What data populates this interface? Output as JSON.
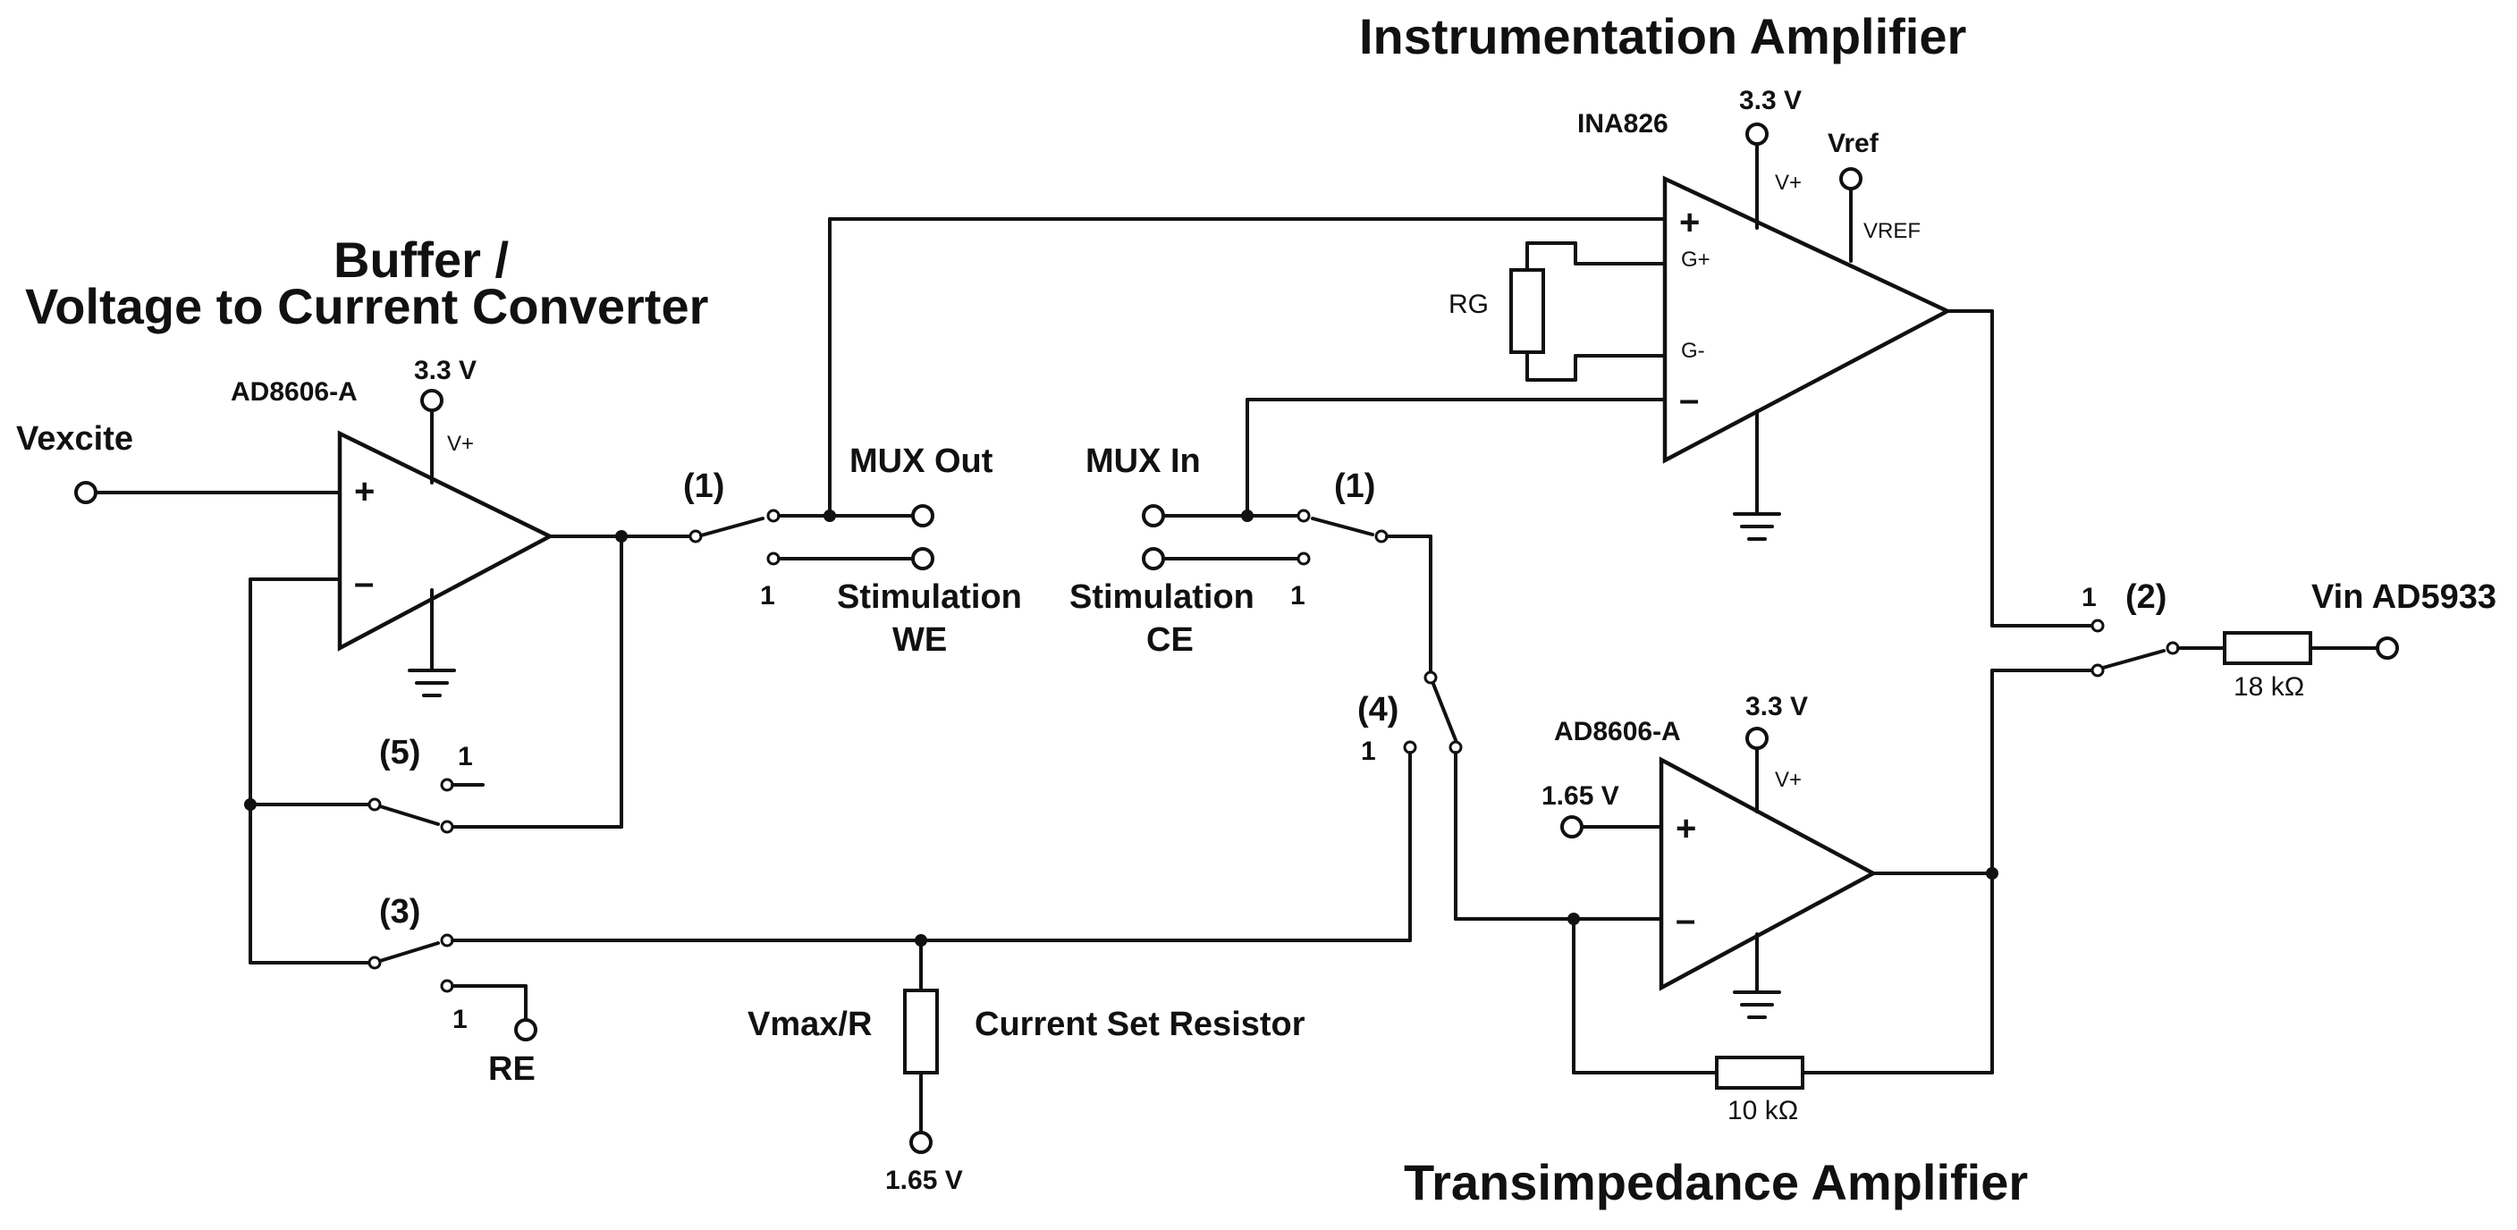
{
  "titles": {
    "instrumentation": "Instrumentation Amplifier",
    "buffer_line1": "Buffer /",
    "buffer_line2": "Voltage to Current Converter",
    "transimpedance": "Transimpedance Amplifier"
  },
  "buffer_amp": {
    "part": "AD8606-A",
    "supply": "3.3 V",
    "vplus": "V+",
    "plus": "+",
    "minus": "–"
  },
  "inamp": {
    "part": "INA826",
    "supply": "3.3 V",
    "vplus": "V+",
    "vref_terminal": "Vref",
    "vref_pin": "VREF",
    "g_plus": "G+",
    "g_minus": "G-",
    "plus": "+",
    "minus": "–",
    "rg": "RG"
  },
  "tia": {
    "part": "AD8606-A",
    "supply": "3.3 V",
    "vplus": "V+",
    "bias": "1.65 V",
    "plus": "+",
    "minus": "–",
    "feedback_resistor": "10 kΩ"
  },
  "signals": {
    "vexcite": "Vexcite",
    "mux_out": "MUX Out",
    "mux_in": "MUX In",
    "stim_we_line1": "Stimulation",
    "stim_we_line2": "WE",
    "stim_ce_line1": "Stimulation",
    "stim_ce_line2": "CE",
    "re": "RE",
    "vin_ad5933": "Vin AD5933",
    "input_resistor": "18 kΩ",
    "vmax_r": "Vmax/R",
    "current_set": "Current Set Resistor",
    "bottom_bias": "1.65 V"
  },
  "switches": {
    "sw1_left": "(1)",
    "sw1_right": "(1)",
    "sw2": "(2)",
    "sw3": "(3)",
    "sw4": "(4)",
    "sw5": "(5)",
    "pos_we": "1",
    "pos_ce": "1",
    "pos_sw2": "1",
    "pos_sw3": "1",
    "pos_sw4": "1",
    "pos_sw5": "1"
  }
}
